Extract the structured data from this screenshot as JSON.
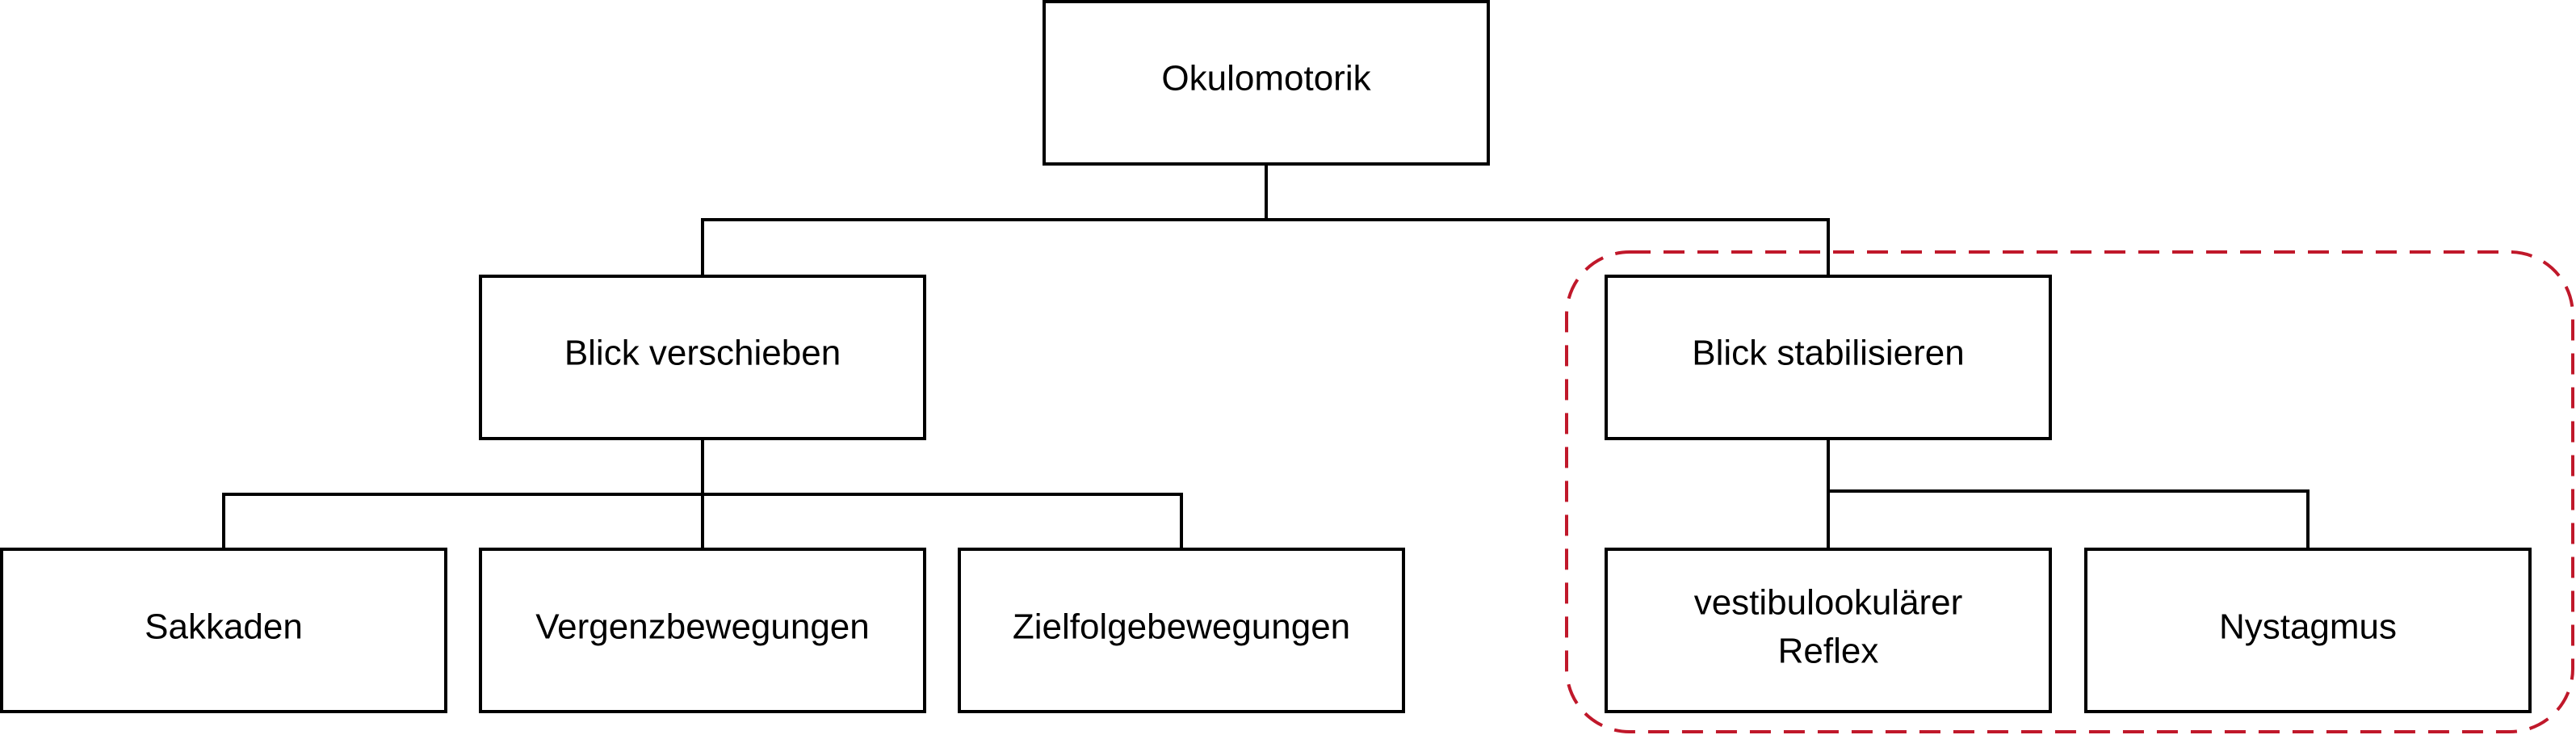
{
  "diagram": {
    "nodes": {
      "root": {
        "label": "Okulomotorik"
      },
      "shift": {
        "label": "Blick verschieben"
      },
      "stabilize": {
        "label": "Blick stabilisieren"
      },
      "saccades": {
        "label": "Sakkaden"
      },
      "vergence": {
        "label": "Vergenzbewegungen"
      },
      "pursuit": {
        "label": "Zielfolgebewegungen"
      },
      "vor": {
        "label_line1": "vestibulookulärer",
        "label_line2": "Reflex"
      },
      "nystagmus": {
        "label": "Nystagmus"
      }
    },
    "colors": {
      "highlight": "#c0182a",
      "line": "#000000",
      "box_fill": "#ffffff"
    }
  }
}
